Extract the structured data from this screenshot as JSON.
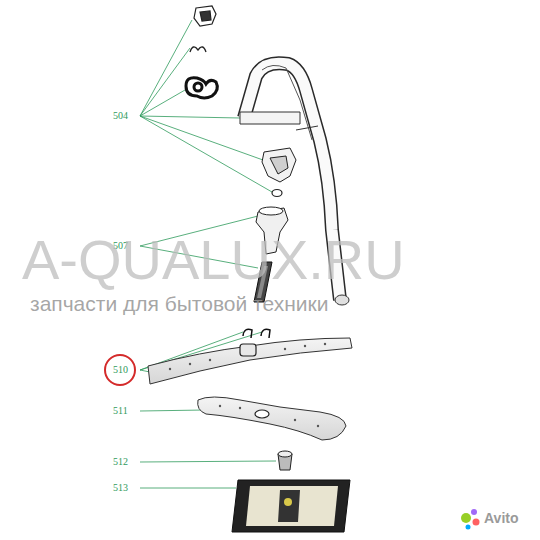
{
  "diagram": {
    "labels": [
      "504",
      "507",
      "510",
      "511",
      "512",
      "513",
      "A-QUALUX.RU",
      "запчасти для бытовой техники",
      "Avito"
    ]
  }
}
